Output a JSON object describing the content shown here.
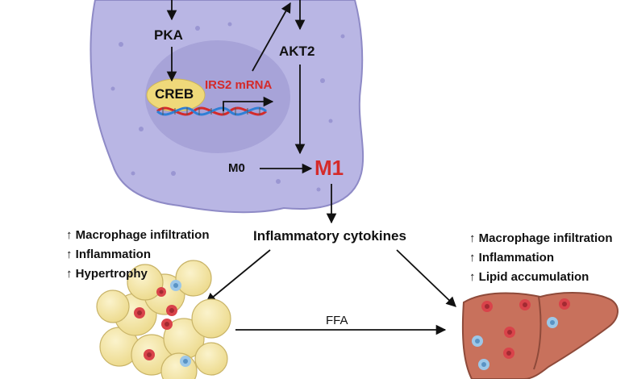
{
  "cell": {
    "pka": "PKA",
    "akt2": "AKT2",
    "creb": "CREB",
    "irs2_mrna": "IRS2 mRNA",
    "m0": "M0",
    "m1": "M1"
  },
  "center": {
    "cytokines": "Inflammatory cytokines",
    "ffa": "FFA"
  },
  "adipose_effects": [
    "↑ Macrophage infiltration",
    "↑ Inflammation",
    "↑ Hypertrophy"
  ],
  "liver_effects": [
    "↑ Macrophage infiltration",
    "↑ Inflammation",
    "↑ Lipid accumulation"
  ],
  "colors": {
    "cell_body": "#b9b6e4",
    "nucleus": "#a7a3d8",
    "creb_fill": "#efd97a",
    "highlight_red": "#d42a2a",
    "dna_blue": "#2f7fd6",
    "adipocyte": "#f6e8a8",
    "liver": "#c8715c"
  }
}
